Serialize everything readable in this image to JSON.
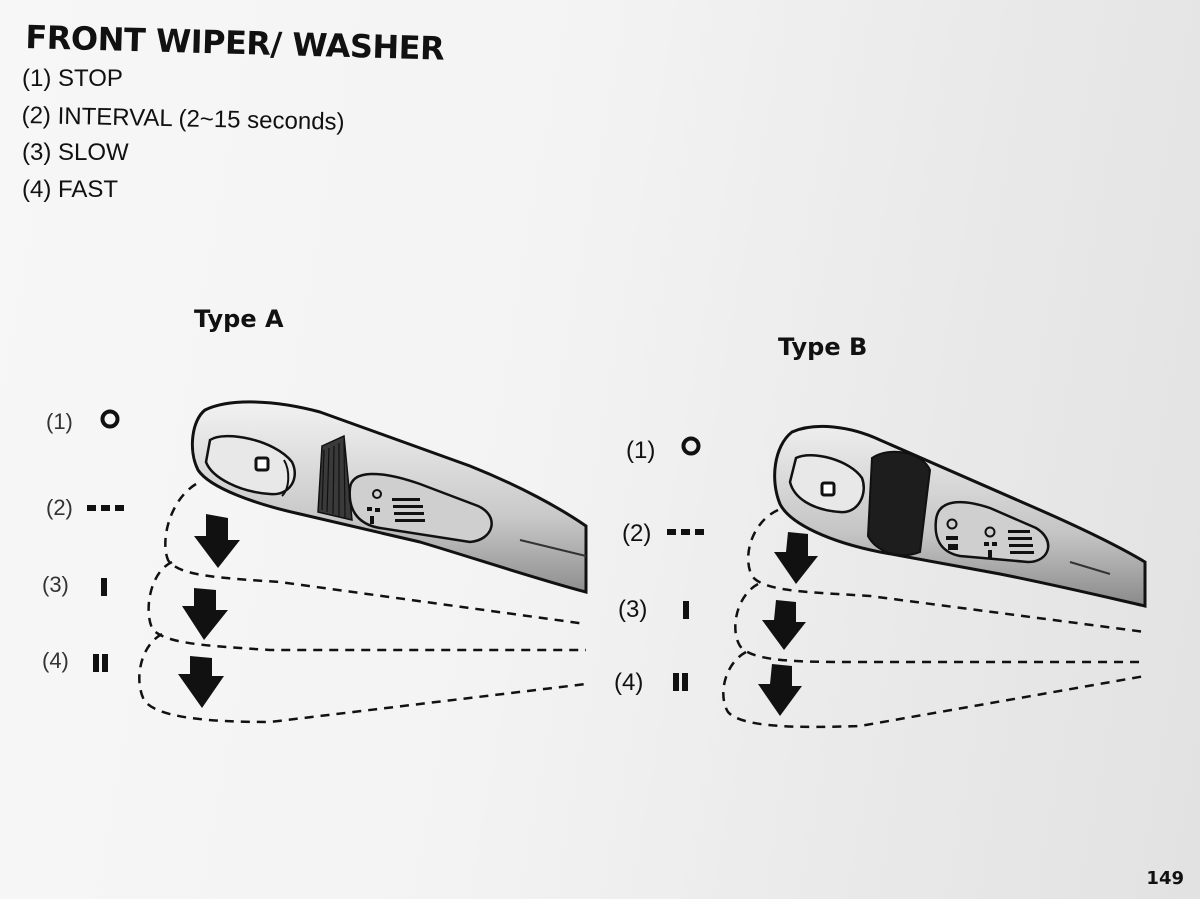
{
  "title": "FRONT WIPER/ WASHER",
  "modes": [
    "(1) STOP",
    "(2) INTERVAL (2~15 seconds)",
    "(3) SLOW",
    "(4) FAST"
  ],
  "type_a": {
    "label": "Type A",
    "positions": [
      "(1)",
      "(2)",
      "(3)",
      "(4)"
    ]
  },
  "type_b": {
    "label": "Type B",
    "positions": [
      "(1)",
      "(2)",
      "(3)",
      "(4)"
    ]
  },
  "symbols": [
    "off-circle-icon",
    "intermittent-dashes-icon",
    "single-bar-icon",
    "double-bar-icon"
  ],
  "page_number": "149"
}
